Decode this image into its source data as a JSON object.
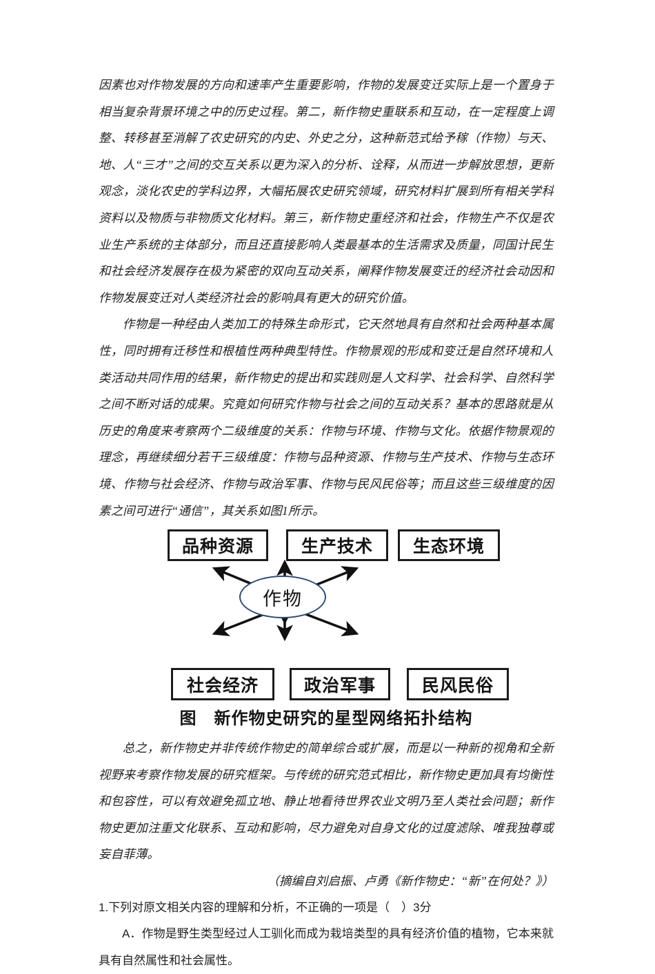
{
  "document": {
    "paragraphs": [
      {
        "id": "p1",
        "indent": false,
        "text": "因素也对作物发展的方向和速率产生重要影响，作物的发展变迁实际上是一个置身于相当复杂背景环境之中的历史过程。第二，新作物史重联系和互动，在一定程度上调整、转移甚至消解了农史研究的内史、外史之分，这种新范式给予稼（作物）与天、地、人“三才”之间的交互关系以更为深入的分析、诠释，从而进一步解放思想，更新观念，淡化农史的学科边界，大幅拓展农史研究领域，研究材料扩展到所有相关学科资料以及物质与非物质文化材料。第三，新作物史重经济和社会，作物生产不仅是农业生产系统的主体部分，而且还直接影响人类最基本的生活需求及质量，同国计民生和社会经济发展存在极为紧密的双向互动关系，阐释作物发展变迁的经济社会动因和作物发展变迁对人类经济社会的影响具有更大的研究价值。"
      },
      {
        "id": "p2",
        "indent": true,
        "text": "作物是一种经由人类加工的特殊生命形式，它天然地具有自然和社会两种基本属性，同时拥有迁移性和根植性两种典型特性。作物景观的形成和变迁是自然环境和人类活动共同作用的结果，新作物史的提出和实践则是人文科学、社会科学、自然科学之间不断对话的成果。究竟如何研究作物与社会之间的互动关系？基本的思路就是从历史的角度来考察两个二级维度的关系：作物与环境、作物与文化。依据作物景观的理念，再继续细分若干三级维度：作物与品种资源、作物与生产技术、作物与生态环境、作物与社会经济、作物与政治军事、作物与民风民俗等；而且这些三级维度的因素之间可进行“通信”，其关系如图1所示。"
      },
      {
        "id": "p3",
        "indent": true,
        "text": "总之，新作物史并非传统作物史的简单综合或扩展，而是以一种新的视角和全新视野来考察作物发展的研究框架。与传统的研究范式相比，新作物史更加具有均衡性和包容性，可以有效避免孤立地、静止地看待世界农业文明乃至人类社会问题；新作物史更加注重文化联系、互动和影响，尽力避免对自身文化的过度滤除、唯我独尊或妄自菲薄。"
      }
    ],
    "source_attribution": "（摘编自刘启振、卢勇《新作物史：“新”在何处？》）"
  },
  "figure": {
    "caption": "图　新作物史研究的星型网络拓扑结构",
    "center_node": "作物",
    "top_nodes": [
      "品种资源",
      "生产技术",
      "生态环境"
    ],
    "bottom_nodes": [
      "社会经济",
      "政治军事",
      "民风民俗"
    ],
    "colors": {
      "box_border": "#1b1b1b",
      "ellipse_border": "#2e4a73",
      "arrow": "#111111"
    },
    "arrow_style": "double-headed"
  },
  "question": {
    "number": "1.",
    "stem": "下列对原文相关内容的理解和分析，不正确的一项是（　）3分",
    "options": [
      {
        "label": "A．",
        "text": "作物是野生类型经过人工驯化而成为栽培类型的具有经济价值的植物，它本来就具有自然属性和社会属性。"
      }
    ]
  }
}
